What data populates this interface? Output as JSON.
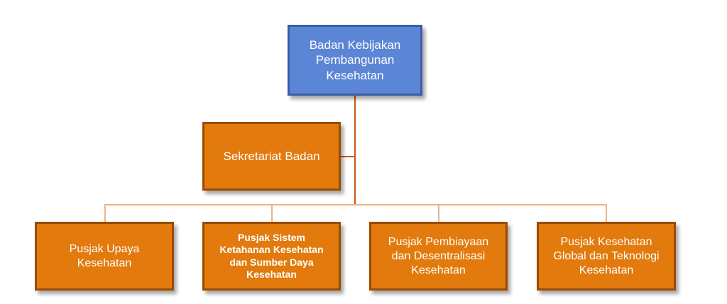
{
  "chart": {
    "colors": {
      "head_fill": "#5b86d6",
      "head_border": "#3a5ea5",
      "unit_fill": "#e27a0d",
      "unit_border": "#9a4b00",
      "main_connector": "#c55a11",
      "branch_connector": "#f4b183"
    },
    "head": {
      "label": "Badan Kebijakan\nPembangunan\nKesehatan"
    },
    "secretariat": {
      "label": "Sekretariat Badan"
    },
    "units": [
      {
        "label": "Pusjak Upaya\nKesehatan"
      },
      {
        "label": "Pusjak Sistem\nKetahanan Kesehatan\ndan Sumber Daya\nKesehatan"
      },
      {
        "label": "Pusjak Pembiayaan\ndan Desentralisasi\nKesehatan"
      },
      {
        "label": "Pusjak Kesehatan\nGlobal dan Teknologi\nKesehatan"
      }
    ]
  }
}
